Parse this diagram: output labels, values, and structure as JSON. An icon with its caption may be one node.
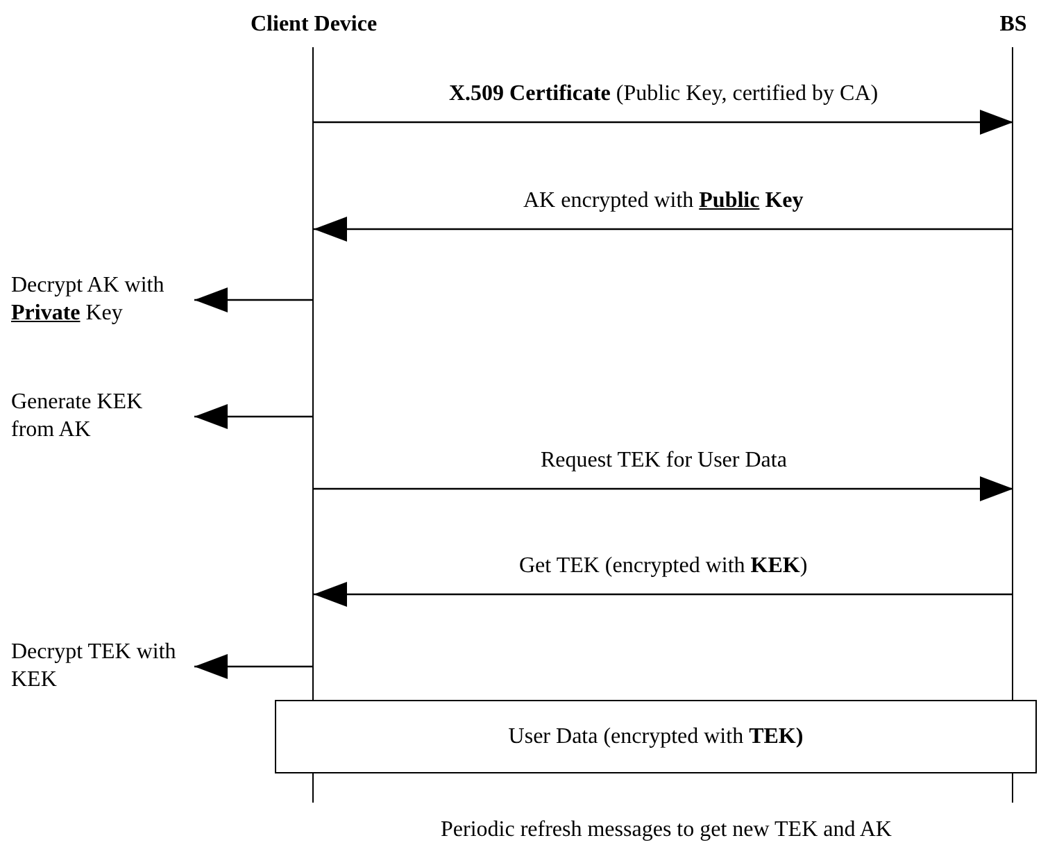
{
  "diagram": {
    "nodes": [
      {
        "text": [
          "Client Device"
        ]
      },
      {
        "text": [
          "BS"
        ]
      },
      {
        "text": [
          "Decrypt AK with **Private** Key"
        ]
      },
      {
        "text": [
          "Generate KEK from AK"
        ]
      },
      {
        "text": [
          "Decrypt TEK with KEK"
        ]
      },
      {
        "text": [
          "User Data (encrypted with **TEK)**"
        ]
      }
    ],
    "edges": [
      {
        "from": 0,
        "to": 1,
        "arrow": "to",
        "label": "**X.509 Certificate** (Public Key, certified by CA)"
      },
      {
        "from": 1,
        "to": 0,
        "arrow": "to",
        "label": "AK encrypted with **Public** **Key**"
      },
      {
        "from": 0,
        "to": 2,
        "arrow": "to"
      },
      {
        "from": 0,
        "to": 3,
        "arrow": "to"
      },
      {
        "from": 0,
        "to": 1,
        "arrow": "to",
        "label": "Request TEK for User Data"
      },
      {
        "from": 1,
        "to": 0,
        "arrow": "to",
        "label": "Get TEK (encrypted with **KEK**)"
      },
      {
        "from": 0,
        "to": 4,
        "arrow": "to"
      }
    ],
    "labels": [
      "Periodic refresh messages to get new TEK and AK"
    ]
  }
}
